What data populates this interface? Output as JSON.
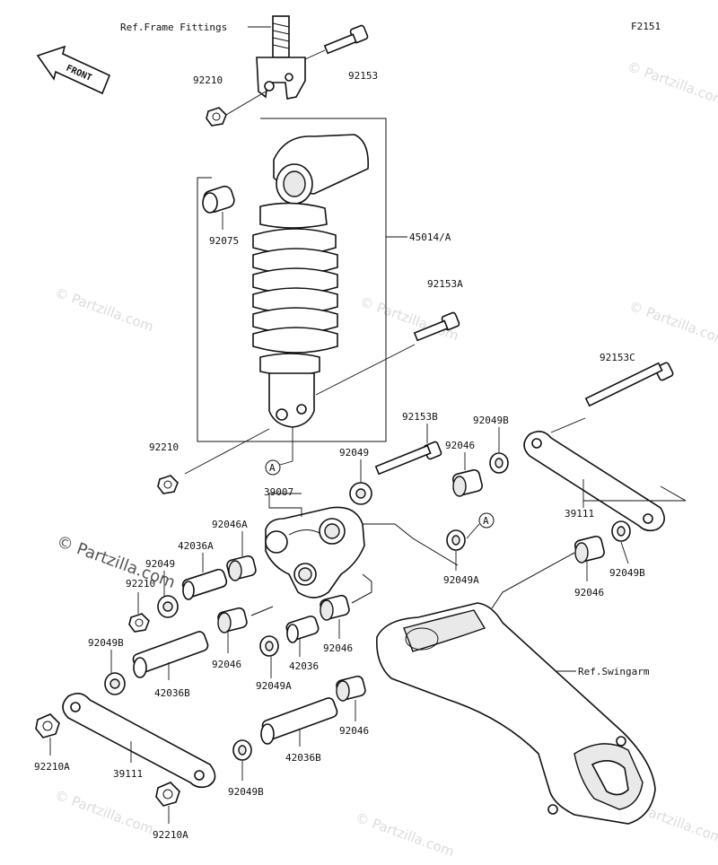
{
  "diagram": {
    "figure_code": "F2151",
    "front_arrow_label": "FRONT",
    "callout_letter": "A",
    "watermark": "© Partzilla.com",
    "labels": {
      "ref_frame": "Ref.Frame Fittings",
      "ref_swingarm": "Ref.Swingarm",
      "p92153": "92153",
      "p92210_top": "92210",
      "p92075": "92075",
      "p45014": "45014/A",
      "p92153A": "92153A",
      "p92153C": "92153C",
      "p92210_mid": "92210",
      "p92153B": "92153B",
      "p92049B_top": "92049B",
      "p92049_top": "92049",
      "p92046_top": "92046",
      "p39007": "39007",
      "p92046A": "92046A",
      "p42036A": "42036A",
      "p92049_left": "92049",
      "p92210_left": "92210",
      "p92049A_right": "92049A",
      "p39111_right": "39111",
      "p92049B_right": "92049B",
      "p92046_right": "92046",
      "p92049B_left": "92049B",
      "p92046_mid1": "92046",
      "p42036_center": "42036",
      "p92046_mid2": "92046",
      "p92049A_center": "92049A",
      "p42036B_left": "42036B",
      "p92210A_left": "92210A",
      "p39111_left": "39111",
      "p92049B_bottom": "92049B",
      "p42036B_bottom": "42036B",
      "p92046_bottom": "92046",
      "p92210A_bottom": "92210A"
    }
  }
}
